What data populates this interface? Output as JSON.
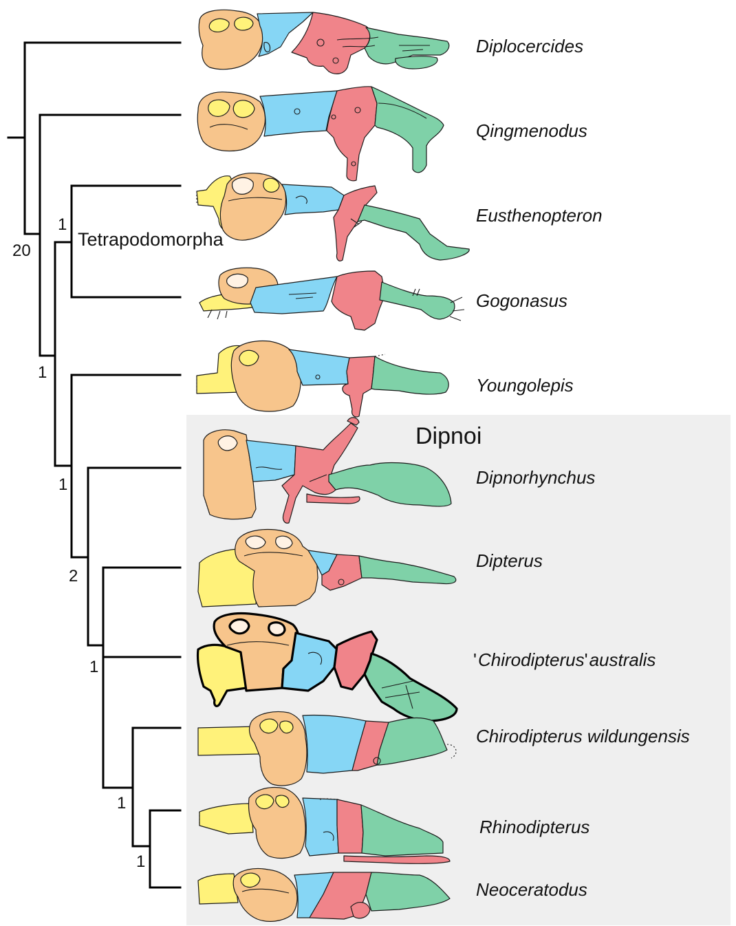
{
  "colors": {
    "ethmoid": "#FFF27A",
    "orbital": "#F7C58C",
    "otic": "#86D6F5",
    "occipital": "#F0848A",
    "posterior": "#7FD1A8",
    "dipnoi_panel": "#EFEFEF"
  },
  "clade_labels": {
    "tetrapodomorpha": "Tetrapodomorpha",
    "dipnoi": "Dipnoi"
  },
  "taxa": [
    {
      "id": "diplocercides",
      "parts": [
        "Diplocercides"
      ]
    },
    {
      "id": "qingmenodus",
      "parts": [
        "Qingmenodus"
      ]
    },
    {
      "id": "eusthenopteron",
      "parts": [
        "Eusthenopteron"
      ]
    },
    {
      "id": "gogonasus",
      "parts": [
        "Gogonasus"
      ]
    },
    {
      "id": "youngolepis",
      "parts": [
        "Youngolepis"
      ]
    },
    {
      "id": "dipnorhynchus",
      "parts": [
        "Dipnorhynchus"
      ]
    },
    {
      "id": "dipterus",
      "parts": [
        "Dipterus"
      ]
    },
    {
      "id": "chirodipterus-australis",
      "parts": [
        "'",
        "Chirodipterus",
        "'",
        "australis"
      ]
    },
    {
      "id": "chirodipterus-wildungensis",
      "parts": [
        "Chirodipterus wildungensis"
      ]
    },
    {
      "id": "rhinodipterus",
      "parts": [
        "Rhinodipterus"
      ]
    },
    {
      "id": "neoceratodus",
      "parts": [
        "Neoceratodus"
      ]
    }
  ],
  "support_values": {
    "root": "20",
    "tetrapodomorpha": "1",
    "osteichthyan_clade": "1",
    "youngolepis_dipnoi": "1",
    "dipnoi": "2",
    "dipterus_clade": "1",
    "chirodipterus_clade": "1",
    "rhino_neo": "1"
  }
}
